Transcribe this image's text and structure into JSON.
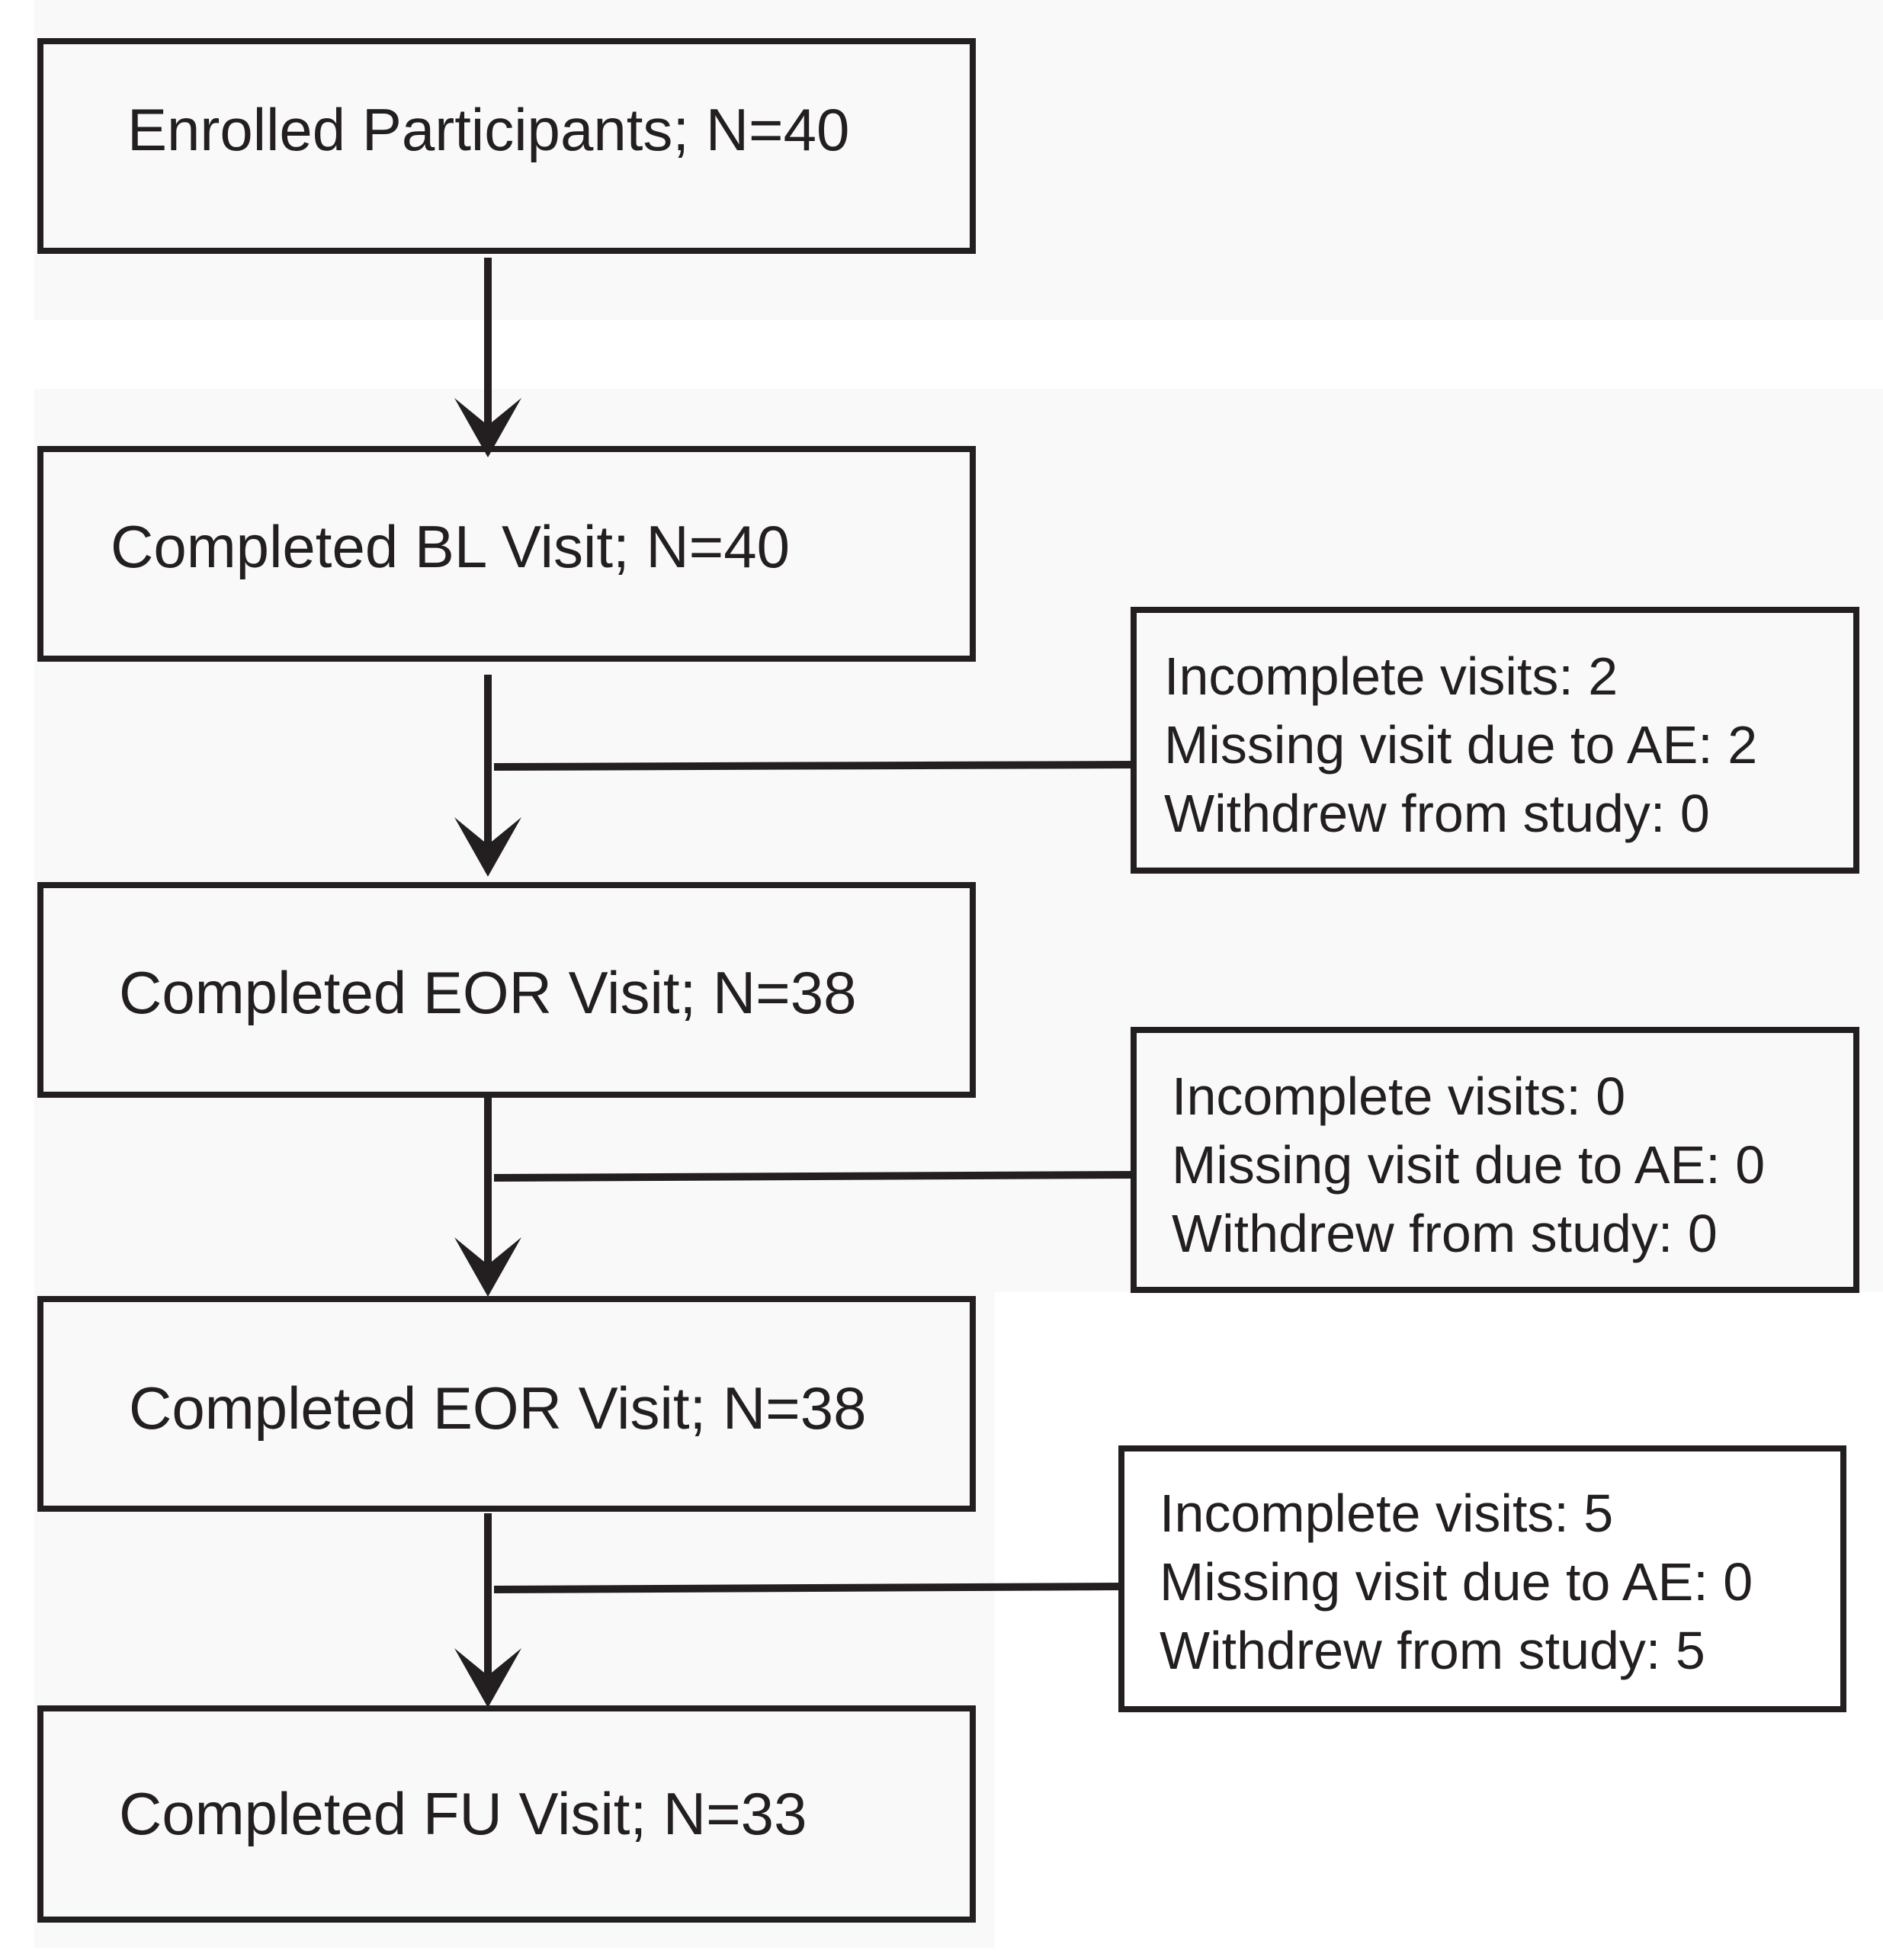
{
  "flowchart": {
    "main_steps": [
      {
        "label": "Enrolled Participants; N=40"
      },
      {
        "label": "Completed BL Visit; N=40"
      },
      {
        "label": "Completed EOR Visit; N=38"
      },
      {
        "label": "Completed EOR Visit; N=38"
      },
      {
        "label": "Completed FU Visit; N=33"
      }
    ],
    "side_notes": [
      {
        "incomplete": "Incomplete visits:  2",
        "missing_ae": "Missing visit due to AE: 2",
        "withdrew": "Withdrew from study: 0"
      },
      {
        "incomplete": "Incomplete visits:  0",
        "missing_ae": "Missing visit due to AE: 0",
        "withdrew": "Withdrew from study: 0"
      },
      {
        "incomplete": "Incomplete visits:  5",
        "missing_ae": "Missing visit due to AE: 0",
        "withdrew": "Withdrew from study: 5"
      }
    ]
  },
  "colors": {
    "stroke": "#231f20",
    "panel": "#f9f9f9",
    "background": "#ffffff"
  }
}
